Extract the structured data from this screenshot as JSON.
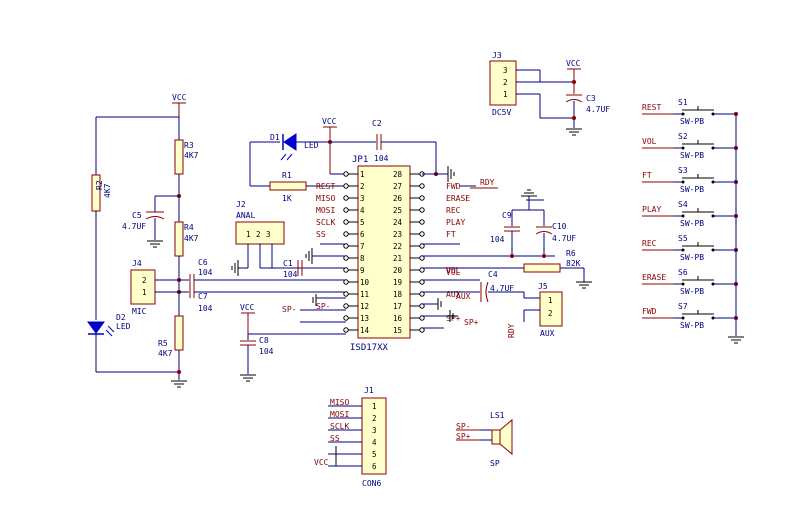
{
  "power": {
    "vcc": "VCC"
  },
  "parts": {
    "R1": {
      "ref": "R1",
      "value": "1K"
    },
    "R2": {
      "ref": "R2",
      "value": "4K7"
    },
    "R3": {
      "ref": "R3",
      "value": "4K7"
    },
    "R4": {
      "ref": "R4",
      "value": "4K7"
    },
    "R5": {
      "ref": "R5",
      "value": "4K7"
    },
    "R6": {
      "ref": "R6",
      "value": "82K"
    },
    "C1": {
      "ref": "C1",
      "value": "104"
    },
    "C2": {
      "ref": "C2",
      "value": "104"
    },
    "C3": {
      "ref": "C3",
      "value": "4.7UF"
    },
    "C4": {
      "ref": "C4",
      "value": "4.7UF"
    },
    "C5": {
      "ref": "C5",
      "value": "4.7UF"
    },
    "C6": {
      "ref": "C6",
      "value": "104"
    },
    "C7": {
      "ref": "C7",
      "value": "104"
    },
    "C8": {
      "ref": "C8",
      "value": "104"
    },
    "C9": {
      "ref": "C9",
      "value": "104"
    },
    "C10": {
      "ref": "C10",
      "value": "4.7UF"
    },
    "D1": {
      "ref": "D1",
      "value": "LED"
    },
    "D2": {
      "ref": "D2",
      "value": "LED"
    },
    "J2": {
      "ref": "J2",
      "value": "ANAL"
    },
    "J3": {
      "ref": "J3",
      "value": "DC5V"
    },
    "J4": {
      "ref": "J4",
      "value": "MIC"
    },
    "J5": {
      "ref": "J5",
      "value": "AUX"
    },
    "J1": {
      "ref": "J1",
      "value": "CON6"
    },
    "LS1": {
      "ref": "LS1",
      "value": "SP"
    }
  },
  "ic": {
    "ref": "JP1",
    "value": "ISD17XX",
    "left_pins": [
      {
        "num": "1",
        "net": ""
      },
      {
        "num": "2",
        "net": "REST"
      },
      {
        "num": "3",
        "net": "MISO"
      },
      {
        "num": "4",
        "net": "MOSI"
      },
      {
        "num": "5",
        "net": "SCLK"
      },
      {
        "num": "6",
        "net": "SS"
      },
      {
        "num": "7",
        "net": ""
      },
      {
        "num": "8",
        "net": ""
      },
      {
        "num": "9",
        "net": ""
      },
      {
        "num": "10",
        "net": ""
      },
      {
        "num": "11",
        "net": ""
      },
      {
        "num": "12",
        "net": "SP-"
      },
      {
        "num": "13",
        "net": ""
      },
      {
        "num": "14",
        "net": ""
      }
    ],
    "right_pins": [
      {
        "num": "28",
        "net": ""
      },
      {
        "num": "27",
        "net": "FWD"
      },
      {
        "num": "26",
        "net": "ERASE"
      },
      {
        "num": "25",
        "net": "REC"
      },
      {
        "num": "24",
        "net": "PLAY"
      },
      {
        "num": "23",
        "net": "FT"
      },
      {
        "num": "22",
        "net": ""
      },
      {
        "num": "21",
        "net": ""
      },
      {
        "num": "20",
        "net": "VOL"
      },
      {
        "num": "19",
        "net": ""
      },
      {
        "num": "18",
        "net": "AUX"
      },
      {
        "num": "17",
        "net": ""
      },
      {
        "num": "16",
        "net": "SP+"
      },
      {
        "num": "15",
        "net": ""
      }
    ]
  },
  "net_labels": {
    "rdy": "RDY",
    "rdy_aux": "RDY",
    "vol": "VOL",
    "aux": "AUX",
    "sp_minus": "SP-",
    "sp_plus": "SP+"
  },
  "connector_pins": {
    "j2": [
      "1",
      "2",
      "3"
    ],
    "j3": [
      "3",
      "2",
      "1"
    ],
    "j4": [
      "2",
      "1"
    ],
    "j5": [
      "1",
      "2"
    ]
  },
  "j1_pins": [
    {
      "num": "1",
      "net": "MISO"
    },
    {
      "num": "2",
      "net": "MOSI"
    },
    {
      "num": "3",
      "net": "SCLK"
    },
    {
      "num": "4",
      "net": "SS"
    },
    {
      "num": "5",
      "net": ""
    },
    {
      "num": "6",
      "net": "VCC"
    }
  ],
  "ls1_pins": [
    {
      "net": "SP-"
    },
    {
      "net": "SP+"
    }
  ],
  "switches": [
    {
      "ref": "S1",
      "value": "SW-PB",
      "net": "REST"
    },
    {
      "ref": "S2",
      "value": "SW-PB",
      "net": "VOL"
    },
    {
      "ref": "S3",
      "value": "SW-PB",
      "net": "FT"
    },
    {
      "ref": "S4",
      "value": "SW-PB",
      "net": "PLAY"
    },
    {
      "ref": "S5",
      "value": "SW-PB",
      "net": "REC"
    },
    {
      "ref": "S6",
      "value": "SW-PB",
      "net": "ERASE"
    },
    {
      "ref": "S7",
      "value": "SW-PB",
      "net": "FWD"
    }
  ]
}
